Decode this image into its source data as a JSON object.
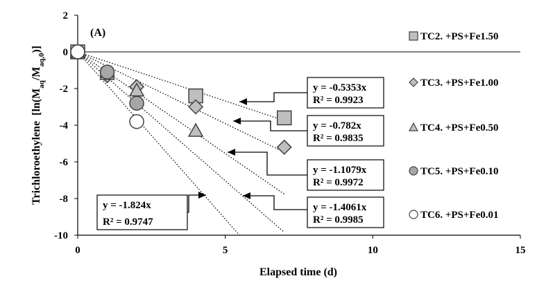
{
  "chart_data": {
    "type": "scatter",
    "panel_label": "(A)",
    "xlabel": "Elapsed time (d)",
    "ylabel_main": "Trichloroethylene",
    "ylabel_expr": "[ln(M",
    "ylabel_sub1": "aq",
    "ylabel_mid": "/M",
    "ylabel_sub2": "aq,0",
    "ylabel_end": ")]",
    "xlim": [
      0,
      15
    ],
    "ylim": [
      -10,
      2
    ],
    "xticks": [
      0,
      5,
      10,
      15
    ],
    "yticks": [
      2,
      0,
      -2,
      -4,
      -6,
      -8,
      -10
    ],
    "series": [
      {
        "name": "TC2. +PS+Fe1.50",
        "marker": "square",
        "fill": "#bfbfbf",
        "x": [
          0,
          4,
          7
        ],
        "y": [
          0,
          -2.4,
          -3.6
        ],
        "slope": -0.5353,
        "equation": "y = -0.5353x",
        "r2": "R² = 0.9923"
      },
      {
        "name": "TC3. +PS+Fe1.00",
        "marker": "diamond",
        "fill": "#bfbfbf",
        "x": [
          0,
          1,
          2,
          4,
          7
        ],
        "y": [
          0,
          -1.3,
          -1.9,
          -3.0,
          -5.2
        ],
        "slope": -0.782,
        "equation": "y = -0.782x",
        "r2": "R² = 0.9835"
      },
      {
        "name": "TC4. +PS+Fe0.50",
        "marker": "triangle",
        "fill": "#bfbfbf",
        "x": [
          0,
          1,
          2,
          4
        ],
        "y": [
          0,
          -1.2,
          -2.1,
          -4.3
        ],
        "slope": -1.1079,
        "equation": "y = -1.1079x",
        "r2": "R² = 0.9972"
      },
      {
        "name": "TC5. +PS+Fe0.10",
        "marker": "circle",
        "fill": "#a6a6a6",
        "x": [
          0,
          1,
          2
        ],
        "y": [
          0,
          -1.1,
          -2.8
        ],
        "slope": -1.4061,
        "equation": "y = -1.4061x",
        "r2": "R² = 0.9985"
      },
      {
        "name": "TC6. +PS+Fe0.01",
        "marker": "circle",
        "fill": "#ffffff",
        "x": [
          0,
          2
        ],
        "y": [
          0,
          -3.8
        ],
        "slope": -1.824,
        "equation": "y = -1.824x",
        "r2": "R² = 0.9747"
      }
    ]
  }
}
